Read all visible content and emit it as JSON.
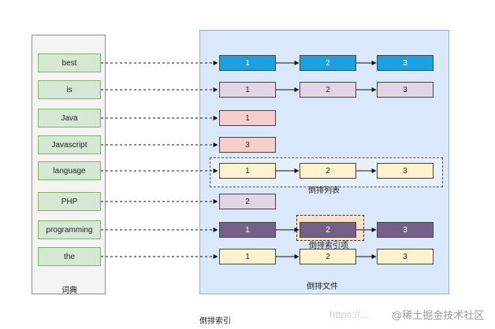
{
  "dictionary": {
    "caption": "词典",
    "terms": [
      "best",
      "is",
      "Java",
      "Javascript",
      "language",
      "PHP",
      "programming",
      "the"
    ]
  },
  "inverted_file": {
    "caption": "倒排文件"
  },
  "posting_list_label": "倒排列表",
  "index_item_label": "倒排索引项",
  "bottom_caption": "倒排索引",
  "watermark": {
    "faint": "https://...",
    "text": "@稀土掘金技术社区"
  },
  "colors": {
    "term_fill": "#d5e8d4",
    "term_border": "#82b366",
    "blue": "#1ba1e2",
    "lavender": "#e1d5e7",
    "pink": "#f8cecc",
    "yellow": "#fff2cc",
    "purple": "#76608a"
  },
  "postings": [
    {
      "term": "best",
      "color": "blue",
      "docs": [
        "1",
        "2",
        "3"
      ]
    },
    {
      "term": "is",
      "color": "lavender",
      "docs": [
        "1",
        "2",
        "3"
      ]
    },
    {
      "term": "Java",
      "color": "pink",
      "docs": [
        "1"
      ]
    },
    {
      "term": "Javascript",
      "color": "pink",
      "docs": [
        "3"
      ]
    },
    {
      "term": "language",
      "color": "yellow",
      "docs": [
        "1",
        "2",
        "3"
      ]
    },
    {
      "term": "PHP",
      "color": "lavender",
      "docs": [
        "2"
      ]
    },
    {
      "term": "programming",
      "color": "purple",
      "docs": [
        "1",
        "2",
        "3"
      ]
    },
    {
      "term": "the",
      "color": "yellow",
      "docs": [
        "1",
        "2",
        "3"
      ]
    }
  ]
}
